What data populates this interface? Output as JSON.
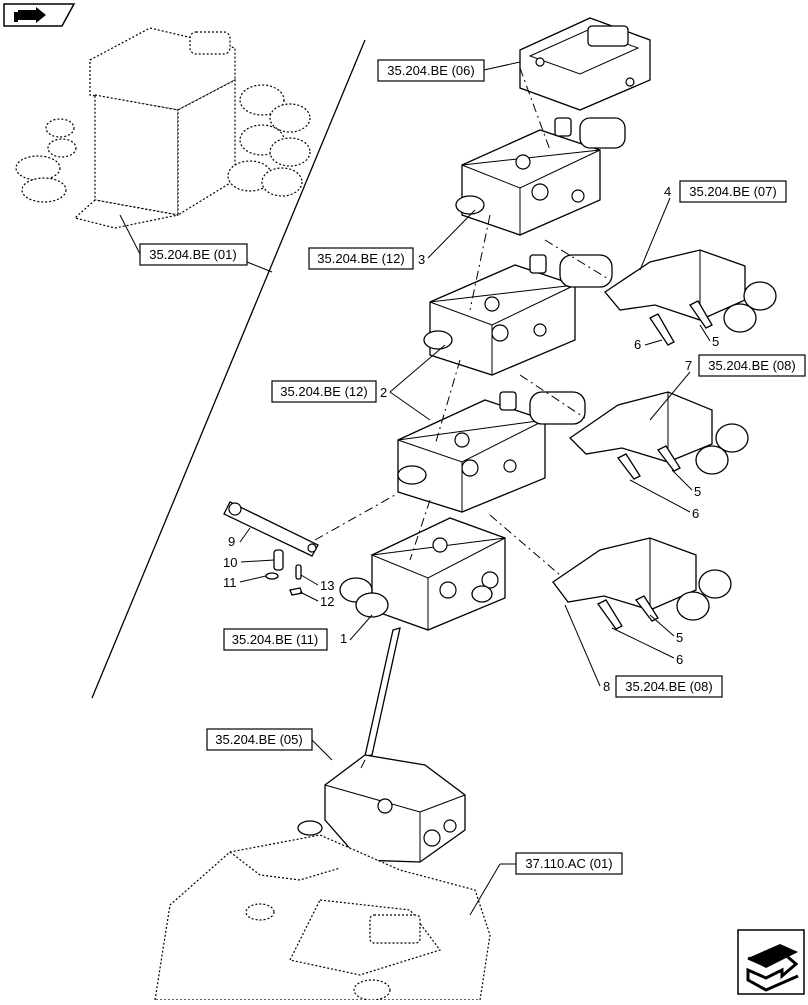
{
  "references": {
    "r_be01": "35.204.BE (01)",
    "r_be06": "35.204.BE (06)",
    "r_be12a": "35.204.BE (12)",
    "r_be07": "35.204.BE (07)",
    "r_be08a": "35.204.BE (08)",
    "r_be12b": "35.204.BE (12)",
    "r_be11": "35.204.BE (11)",
    "r_be08b": "35.204.BE (08)",
    "r_be05": "35.204.BE (05)",
    "r_ac01": "37.110.AC (01)"
  },
  "callouts": {
    "c1": "1",
    "c2": "2",
    "c3": "3",
    "c4": "4",
    "c5a": "5",
    "c5b": "5",
    "c5c": "5",
    "c6a": "6",
    "c6b": "6",
    "c6c": "6",
    "c7": "7",
    "c8": "8",
    "c9": "9",
    "c10": "10",
    "c11": "11",
    "c12": "12",
    "c13": "13"
  },
  "icons": {
    "top_left": "book-arrow-icon",
    "bottom_right": "next-page-arrow-icon"
  }
}
